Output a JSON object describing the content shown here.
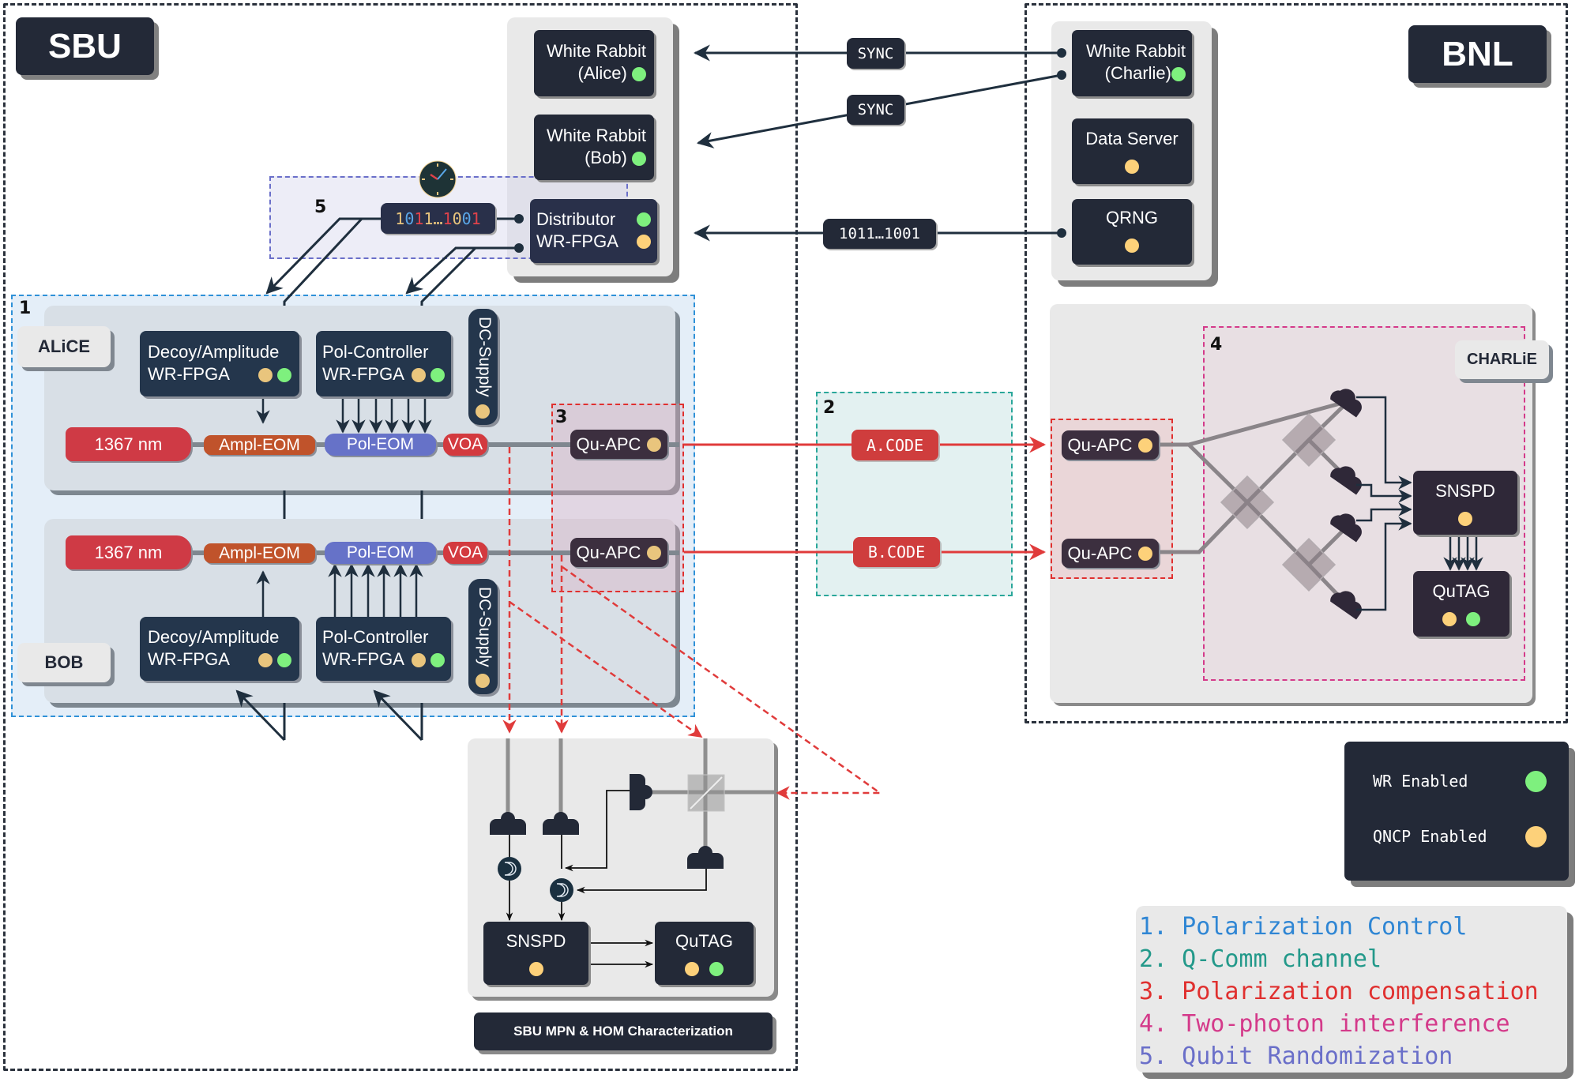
{
  "sites": {
    "left": {
      "label": "SBU"
    },
    "right": {
      "label": "BNL"
    }
  },
  "sbu_wr_panel": {
    "nodes": [
      {
        "line1": "White Rabbit",
        "line2": "(Alice)",
        "status": [
          "wr"
        ]
      },
      {
        "line1": "White Rabbit",
        "line2": "(Bob)",
        "status": [
          "wr"
        ]
      },
      {
        "line1": "Distributor",
        "line2": "WR-FPGA",
        "status": [
          "wr",
          "qncp"
        ]
      }
    ]
  },
  "bnl_panel": {
    "nodes": [
      {
        "line1": "White Rabbit",
        "line2": "(Charlie)",
        "status": [
          "wr"
        ]
      },
      {
        "line1": "Data Server",
        "line2": "",
        "status": [
          "qncp"
        ]
      },
      {
        "line1": "QRNG",
        "line2": "",
        "status": [
          "qncp"
        ]
      }
    ]
  },
  "links": {
    "sync_1": "SYNC",
    "sync_2": "SYNC",
    "random_bits": "1011…1001"
  },
  "randomization": {
    "bits": [
      {
        "c": "1",
        "color": "#e9c57d"
      },
      {
        "c": "0",
        "color": "#5aa7e8"
      },
      {
        "c": "1",
        "color": "#e0424a"
      },
      {
        "c": "1",
        "color": "#e9c57d"
      },
      {
        "c": "…",
        "color": "#e9c57d"
      },
      {
        "c": "1",
        "color": "#e0424a"
      },
      {
        "c": "0",
        "color": "#e9c57d"
      },
      {
        "c": "0",
        "color": "#5aa7e8"
      },
      {
        "c": "1",
        "color": "#e0424a"
      }
    ]
  },
  "regions": {
    "r1": "1",
    "r2": "2",
    "r3": "3",
    "r4": "4",
    "r5": "5"
  },
  "alice": {
    "label": "ALiCE",
    "laser": "1367 nm",
    "ampl_eom": "Ampl-EOM",
    "pol_eom": "Pol-EOM",
    "voa": "VOA",
    "qu_apc": "Qu-APC",
    "decoy": {
      "line1": "Decoy/Amplitude",
      "line2": "WR-FPGA"
    },
    "pol_ctrl": {
      "line1": "Pol-Controller",
      "line2": "WR-FPGA"
    },
    "dc_supply": "DC-Supply"
  },
  "bob": {
    "label": "BOB",
    "laser": "1367 nm",
    "ampl_eom": "Ampl-EOM",
    "pol_eom": "Pol-EOM",
    "voa": "VOA",
    "qu_apc": "Qu-APC",
    "decoy": {
      "line1": "Decoy/Amplitude",
      "line2": "WR-FPGA"
    },
    "pol_ctrl": {
      "line1": "Pol-Controller",
      "line2": "WR-FPGA"
    },
    "dc_supply": "DC-Supply"
  },
  "channel": {
    "a_code": "A.CODE",
    "b_code": "B.CODE"
  },
  "charlie": {
    "label": "CHARLiE",
    "qu_apc_top": "Qu-APC",
    "qu_apc_bottom": "Qu-APC",
    "snspd": "SNSPD",
    "qutag": "QuTAG"
  },
  "hom": {
    "snspd": "SNSPD",
    "qutag": "QuTAG",
    "caption": "SBU MPN & HOM Characterization"
  },
  "status_legend": {
    "items": [
      {
        "label": "WR Enabled",
        "color": "#7ef07e"
      },
      {
        "label": "QNCP Enabled",
        "color": "#fdd17a"
      }
    ]
  },
  "region_legend": {
    "items": [
      {
        "text": "1. Polarization Control",
        "color": "#2f86d4"
      },
      {
        "text": "2. Q-Comm channel",
        "color": "#23998a"
      },
      {
        "text": "3. Polarization compensation",
        "color": "#e0302f"
      },
      {
        "text": "4. Two-photon interference",
        "color": "#d43a8a"
      },
      {
        "text": "5. Qubit Randomization",
        "color": "#6a6fc9"
      }
    ]
  },
  "colors": {
    "wr_green": "#7ef07e",
    "qncp_yellow": "#fdd17a",
    "quantum_red": "#e03b3b",
    "navy": "#232937"
  }
}
